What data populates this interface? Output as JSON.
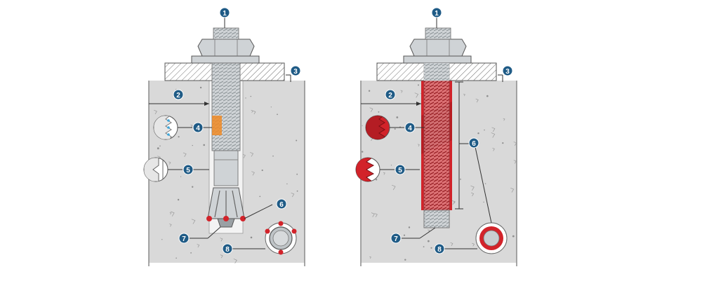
{
  "colors": {
    "concrete": "#d9d9d9",
    "concrete_edge": "#8a8a8a",
    "steel": "#cfd3d6",
    "steel_dark": "#7d8589",
    "plate": "#c8c8c8",
    "marker": "#1f5b86",
    "adhesive": "#d2232a",
    "contact_orange": "#f08a24",
    "contact_blue": "#3aa6dc",
    "leader": "#333333"
  },
  "icons": {
    "marker": "numbered-circle-marker",
    "detail": "magnifier-detail-circle"
  },
  "panels": [
    {
      "id": "mechanical-anchor",
      "markers": [
        {
          "id": "m1",
          "label": "1"
        },
        {
          "id": "m2",
          "label": "2"
        },
        {
          "id": "m3",
          "label": "3"
        },
        {
          "id": "m4",
          "label": "4"
        },
        {
          "id": "m5",
          "label": "5"
        },
        {
          "id": "m6",
          "label": "6"
        },
        {
          "id": "m7",
          "label": "7"
        },
        {
          "id": "m8",
          "label": "8"
        }
      ]
    },
    {
      "id": "adhesive-anchor",
      "markers": [
        {
          "id": "m1",
          "label": "1"
        },
        {
          "id": "m2",
          "label": "2"
        },
        {
          "id": "m3",
          "label": "3"
        },
        {
          "id": "m4",
          "label": "4"
        },
        {
          "id": "m5",
          "label": "5"
        },
        {
          "id": "m6",
          "label": "6"
        },
        {
          "id": "m7",
          "label": "7"
        },
        {
          "id": "m8",
          "label": "8"
        }
      ]
    }
  ]
}
